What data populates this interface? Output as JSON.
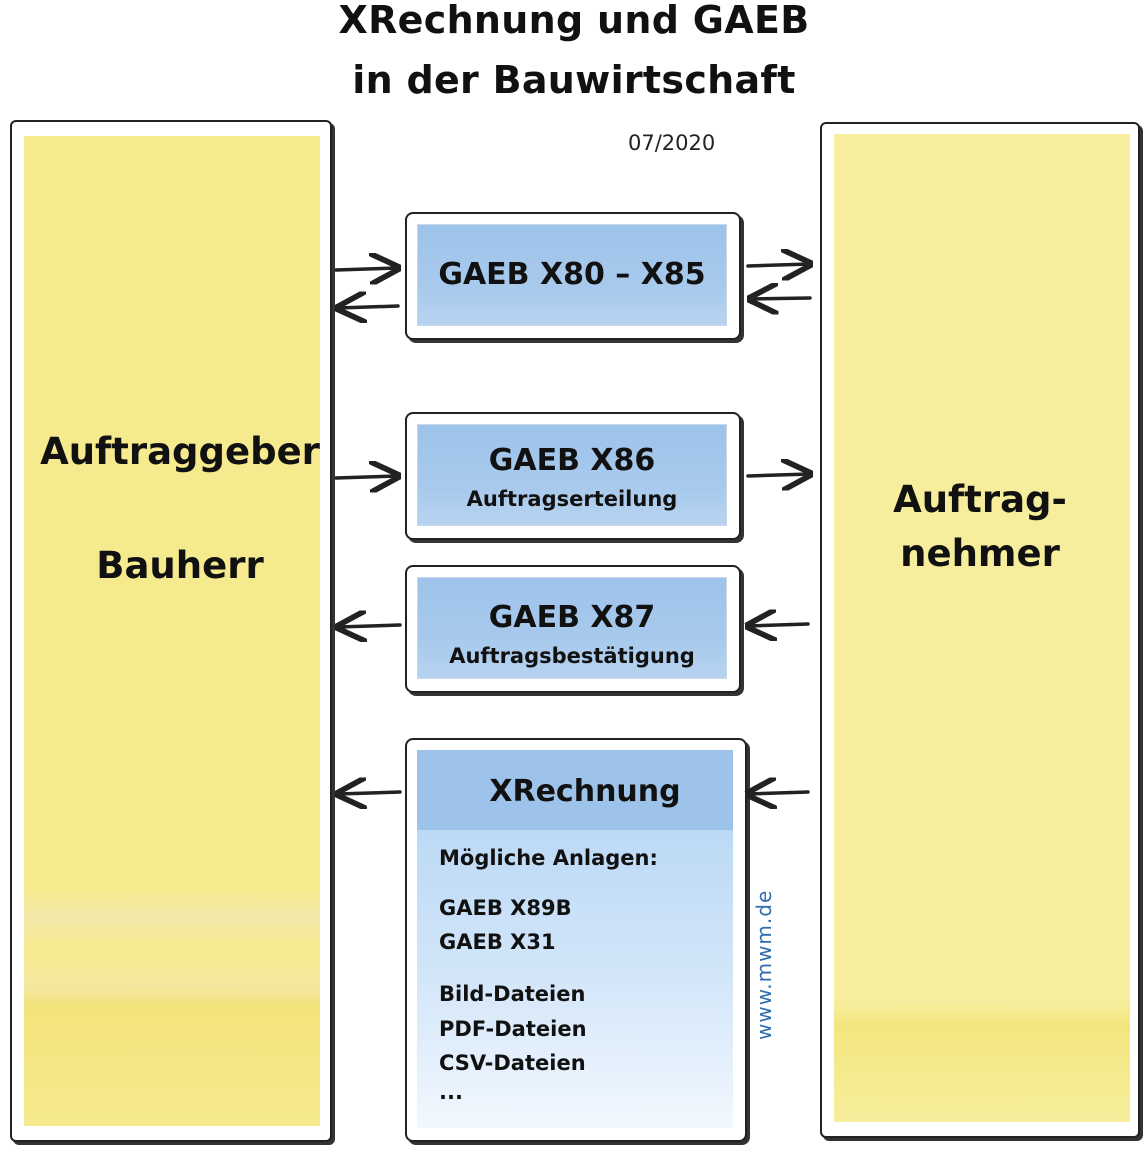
{
  "title": {
    "line1": "XRechnung und GAEB",
    "line2": "in der Bauwirtschaft"
  },
  "date": "07/2020",
  "left_party": {
    "line1": "Auftraggeber",
    "line2": "Bauherr"
  },
  "right_party": {
    "line1": "Auftrag-",
    "line2": "nehmer"
  },
  "boxes": [
    {
      "label": "GAEB X80 – X85"
    },
    {
      "label": "GAEB X86",
      "sublabel": "Auftragserteilung"
    },
    {
      "label": "GAEB X87",
      "sublabel": "Auftragsbestätigung"
    }
  ],
  "xrechnung": {
    "label": "XRechnung",
    "heading": "Mögliche Anlagen:",
    "attachments": [
      "GAEB X89B",
      "GAEB X31",
      "Bild-Dateien",
      "PDF-Dateien",
      "CSV-Dateien",
      "..."
    ]
  },
  "watermark": "www.mwm.de"
}
